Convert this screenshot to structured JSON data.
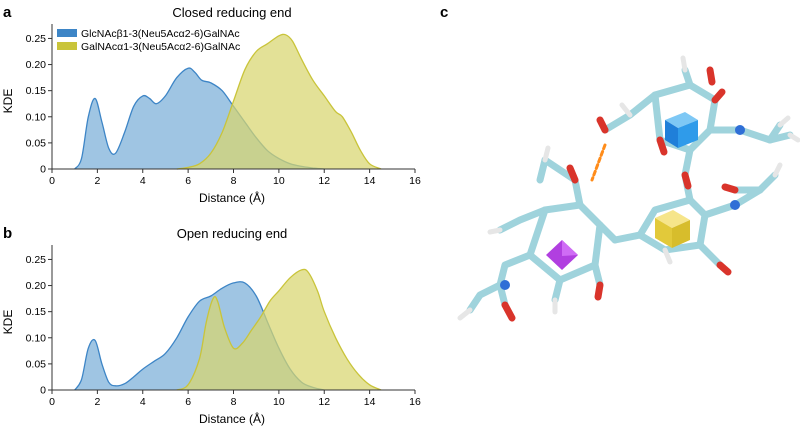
{
  "panels": {
    "a": {
      "letter": "a"
    },
    "b": {
      "letter": "b"
    },
    "c": {
      "letter": "c"
    }
  },
  "colors": {
    "series1": "#3d85c6",
    "series1_fill": "#7aaed8",
    "series2": "#c9c43a",
    "series2_fill": "#d8d56f",
    "axis": "#333333"
  },
  "molecule": {
    "ring_shapes": [
      "blue-cube",
      "yellow-cube",
      "purple-diamond"
    ],
    "colors": {
      "carbon": "#9fd3dc",
      "oxygen": "#d9342b",
      "nitrogen": "#2f6fd6",
      "hydrogen": "#e6e6e6",
      "hbond": "#ff8c1a"
    }
  },
  "chart_data": [
    {
      "type": "area",
      "title": "Closed reducing end",
      "xlabel": "Distance (Å)",
      "ylabel": "KDE",
      "xlim": [
        0,
        16
      ],
      "ylim": [
        0,
        0.27
      ],
      "xticks": [
        0,
        2,
        4,
        6,
        8,
        10,
        12,
        14,
        16
      ],
      "yticks": [
        0,
        0.05,
        0.1,
        0.15,
        0.2,
        0.25
      ],
      "ytick_labels": [
        "0",
        "0.05",
        "0.10",
        "0.15",
        "0.20",
        "0.25"
      ],
      "legend": "top-left",
      "series": [
        {
          "name": "GlcNAcβ1-3(Neu5Acα2-6)GalNAc",
          "x": [
            1.0,
            1.3,
            1.6,
            1.9,
            2.2,
            2.5,
            2.8,
            3.2,
            3.6,
            4.0,
            4.3,
            4.6,
            5.0,
            5.5,
            6.0,
            6.3,
            6.6,
            7.0,
            7.5,
            8.0,
            8.5,
            9.0,
            9.5,
            10.0,
            10.5,
            11.0,
            11.5,
            12.0
          ],
          "y": [
            0.0,
            0.02,
            0.1,
            0.135,
            0.09,
            0.04,
            0.03,
            0.07,
            0.12,
            0.14,
            0.135,
            0.125,
            0.14,
            0.175,
            0.193,
            0.185,
            0.17,
            0.165,
            0.15,
            0.12,
            0.09,
            0.06,
            0.035,
            0.02,
            0.01,
            0.005,
            0.002,
            0.0
          ]
        },
        {
          "name": "GalNAcα1-3(Neu5Acα2-6)GalNAc",
          "x": [
            5.5,
            6.0,
            6.5,
            7.0,
            7.5,
            8.0,
            8.5,
            9.0,
            9.5,
            10.0,
            10.3,
            10.6,
            11.0,
            11.5,
            12.0,
            12.5,
            12.8,
            13.2,
            13.6,
            14.0,
            14.5
          ],
          "y": [
            0.0,
            0.003,
            0.01,
            0.03,
            0.07,
            0.13,
            0.19,
            0.225,
            0.24,
            0.255,
            0.257,
            0.245,
            0.21,
            0.17,
            0.14,
            0.11,
            0.1,
            0.07,
            0.035,
            0.01,
            0.0
          ]
        }
      ]
    },
    {
      "type": "area",
      "title": "Open reducing end",
      "xlabel": "Distance (Å)",
      "ylabel": "KDE",
      "xlim": [
        0,
        16
      ],
      "ylim": [
        0,
        0.27
      ],
      "xticks": [
        0,
        2,
        4,
        6,
        8,
        10,
        12,
        14,
        16
      ],
      "yticks": [
        0,
        0.05,
        0.1,
        0.15,
        0.2,
        0.25
      ],
      "ytick_labels": [
        "0",
        "0.05",
        "0.10",
        "0.15",
        "0.20",
        "0.25"
      ],
      "series": [
        {
          "x": [
            1.0,
            1.3,
            1.6,
            1.9,
            2.2,
            2.5,
            2.8,
            3.2,
            3.6,
            4.0,
            4.5,
            5.0,
            5.5,
            6.0,
            6.5,
            7.0,
            7.5,
            8.0,
            8.5,
            9.0,
            9.5,
            10.0,
            10.5,
            11.0,
            11.5,
            12.0
          ],
          "y": [
            0.0,
            0.02,
            0.08,
            0.095,
            0.05,
            0.015,
            0.008,
            0.012,
            0.025,
            0.04,
            0.055,
            0.07,
            0.1,
            0.14,
            0.17,
            0.18,
            0.195,
            0.205,
            0.205,
            0.18,
            0.13,
            0.08,
            0.04,
            0.015,
            0.005,
            0.0
          ]
        },
        {
          "x": [
            5.5,
            6.0,
            6.5,
            6.8,
            7.1,
            7.3,
            7.6,
            8.0,
            8.4,
            8.8,
            9.2,
            9.6,
            10.0,
            10.5,
            11.0,
            11.3,
            11.7,
            12.0,
            12.5,
            13.0,
            13.5,
            14.0,
            14.5
          ],
          "y": [
            0.0,
            0.01,
            0.06,
            0.13,
            0.175,
            0.17,
            0.12,
            0.08,
            0.09,
            0.115,
            0.14,
            0.17,
            0.19,
            0.215,
            0.23,
            0.225,
            0.19,
            0.15,
            0.1,
            0.06,
            0.03,
            0.01,
            0.0
          ]
        }
      ]
    }
  ]
}
